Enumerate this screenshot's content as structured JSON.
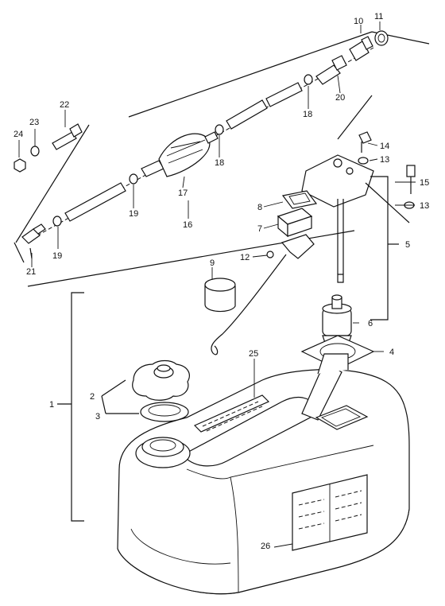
{
  "callouts": {
    "c1": "1",
    "c2": "2",
    "c3": "3",
    "c4": "4",
    "c5": "5",
    "c6": "6",
    "c7": "7",
    "c8": "8",
    "c9": "9",
    "c10": "10",
    "c11": "11",
    "c12": "12",
    "c13a": "13",
    "c13b": "13",
    "c14": "14",
    "c15": "15",
    "c16": "16",
    "c17": "17",
    "c18a": "18",
    "c18b": "18",
    "c19a": "19",
    "c19b": "19",
    "c20": "20",
    "c21": "21",
    "c22": "22",
    "c23": "23",
    "c24": "24",
    "c25": "25",
    "c26": "26"
  }
}
